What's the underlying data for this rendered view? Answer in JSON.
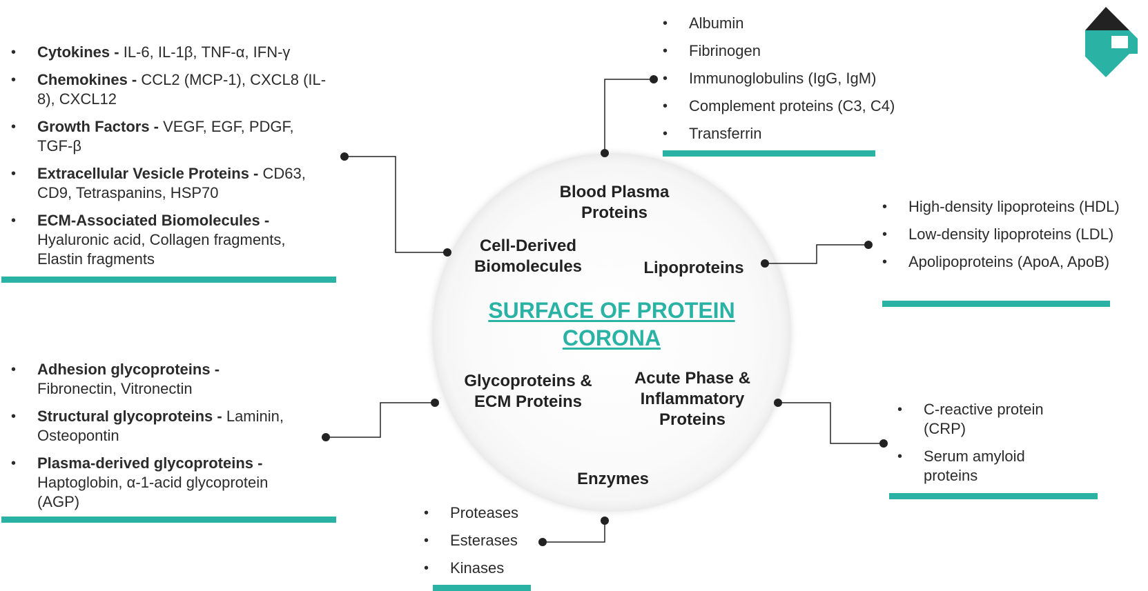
{
  "center_title": "SURFACE OF PROTEIN CORONA",
  "categories": {
    "blood_plasma": "Blood Plasma Proteins",
    "cell_derived": "Cell-Derived Biomolecules",
    "lipoproteins": "Lipoproteins",
    "glycoproteins": "Glycoproteins & ECM Proteins",
    "acute_phase": "Acute Phase & Inflammatory Proteins",
    "enzymes": "Enzymes"
  },
  "blood_plasma_list": [
    "Albumin",
    "Fibrinogen",
    "Immunoglobulins (IgG, IgM)",
    "Complement proteins (C3, C4)",
    "Transferrin"
  ],
  "cell_derived_list": [
    {
      "term": "Cytokines -",
      "desc": " IL-6, IL-1β, TNF-α, IFN-γ"
    },
    {
      "term": "Chemokines -",
      "desc": " CCL2 (MCP-1), CXCL8 (IL-8), CXCL12"
    },
    {
      "term": "Growth Factors -",
      "desc": " VEGF, EGF, PDGF, TGF-β"
    },
    {
      "term": "Extracellular Vesicle Proteins -",
      "desc": " CD63, CD9, Tetraspanins, HSP70"
    },
    {
      "term": "ECM-Associated Biomolecules -",
      "desc": " Hyaluronic acid, Collagen fragments, Elastin fragments"
    }
  ],
  "lipoproteins_list": [
    "High-density lipoproteins (HDL)",
    "Low-density lipoproteins (LDL)",
    "Apolipoproteins (ApoA, ApoB)"
  ],
  "glycoproteins_list": [
    {
      "term": "Adhesion glycoproteins -",
      "desc": " Fibronectin, Vitronectin"
    },
    {
      "term": "Structural glycoproteins -",
      "desc": " Laminin, Osteopontin"
    },
    {
      "term": "Plasma-derived glycoproteins -",
      "desc": " Haptoglobin, α-1-acid glycoprotein (AGP)"
    }
  ],
  "acute_phase_list": [
    "C-reactive protein (CRP)",
    "Serum amyloid proteins"
  ],
  "enzymes_list": [
    "Proteases",
    "Esterases",
    "Kinases"
  ],
  "colors": {
    "accent": "#2ab3a5",
    "logo_dark": "#222222",
    "text": "#2b2b2b"
  },
  "logo_icon": "brand-logo-icon"
}
